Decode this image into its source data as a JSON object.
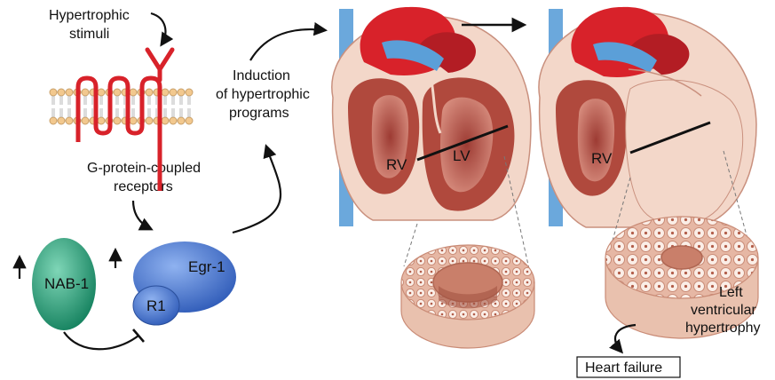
{
  "figure": {
    "stimulus": {
      "line1": "Hypertrophic",
      "line2": "stimuli"
    },
    "receptors": {
      "line1": "G-protein-coupled",
      "line2": "receptors"
    },
    "induction": {
      "line1": "Induction",
      "line2": "of hypertrophic",
      "line3": "programs"
    },
    "egr1": "Egr-1",
    "r1": "R1",
    "nab1": "NAB-1",
    "normal_heart": {
      "rv": "RV",
      "lv": "LV"
    },
    "hypertrophic_heart": {
      "rv": "RV"
    },
    "lvh": {
      "line1": "Left",
      "line2": "ventricular",
      "line3": "hypertrophy"
    },
    "outcome": "Heart failure",
    "colors": {
      "receptor": "#d8222a",
      "membrane": "#f2c88e",
      "egr1": "#3f6fd0",
      "nab1": "#1f9a73",
      "myocardium": "#c86a55",
      "vessel": "#5b9fd8",
      "pericardium": "#f3d7c9"
    }
  }
}
